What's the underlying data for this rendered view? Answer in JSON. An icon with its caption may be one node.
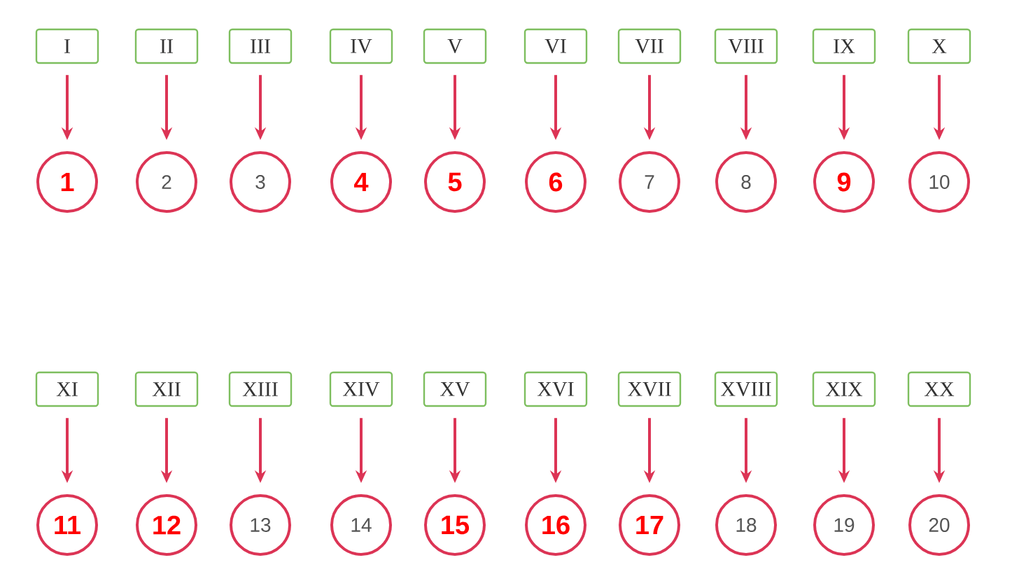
{
  "diagram": {
    "nodes": [
      {
        "text": [
          "I"
        ]
      },
      {
        "text": [
          "II"
        ]
      },
      {
        "text": [
          "III"
        ]
      },
      {
        "text": [
          "IV"
        ]
      },
      {
        "text": [
          "V"
        ]
      },
      {
        "text": [
          "VI"
        ]
      },
      {
        "text": [
          "VII"
        ]
      },
      {
        "text": [
          "VIII"
        ]
      },
      {
        "text": [
          "IX"
        ]
      },
      {
        "text": [
          "X"
        ]
      },
      {
        "text": [
          "1"
        ]
      },
      {
        "text": [
          "2"
        ]
      },
      {
        "text": [
          "3"
        ]
      },
      {
        "text": [
          "4"
        ]
      },
      {
        "text": [
          "5"
        ]
      },
      {
        "text": [
          "6"
        ]
      },
      {
        "text": [
          "7"
        ]
      },
      {
        "text": [
          "8"
        ]
      },
      {
        "text": [
          "9"
        ]
      },
      {
        "text": [
          "10"
        ]
      },
      {
        "text": [
          "XI"
        ]
      },
      {
        "text": [
          "XII"
        ]
      },
      {
        "text": [
          "XIII"
        ]
      },
      {
        "text": [
          "XIV"
        ]
      },
      {
        "text": [
          "XV"
        ]
      },
      {
        "text": [
          "XVI"
        ]
      },
      {
        "text": [
          "XVII"
        ]
      },
      {
        "text": [
          "XVIII"
        ]
      },
      {
        "text": [
          "XIX"
        ]
      },
      {
        "text": [
          "XX"
        ]
      },
      {
        "text": [
          "11"
        ]
      },
      {
        "text": [
          "12"
        ]
      },
      {
        "text": [
          "13"
        ]
      },
      {
        "text": [
          "14"
        ]
      },
      {
        "text": [
          "15"
        ]
      },
      {
        "text": [
          "16"
        ]
      },
      {
        "text": [
          "17"
        ]
      },
      {
        "text": [
          "18"
        ]
      },
      {
        "text": [
          "19"
        ]
      },
      {
        "text": [
          "20"
        ]
      }
    ],
    "edges": [
      {
        "from": 0,
        "to": 10,
        "arrow": "to"
      },
      {
        "from": 1,
        "to": 11,
        "arrow": "to"
      },
      {
        "from": 2,
        "to": 12,
        "arrow": "to"
      },
      {
        "from": 3,
        "to": 13,
        "arrow": "to"
      },
      {
        "from": 4,
        "to": 14,
        "arrow": "to"
      },
      {
        "from": 5,
        "to": 15,
        "arrow": "to"
      },
      {
        "from": 6,
        "to": 16,
        "arrow": "to"
      },
      {
        "from": 7,
        "to": 17,
        "arrow": "to"
      },
      {
        "from": 8,
        "to": 18,
        "arrow": "to"
      },
      {
        "from": 9,
        "to": 19,
        "arrow": "to"
      },
      {
        "from": 20,
        "to": 30,
        "arrow": "to"
      },
      {
        "from": 21,
        "to": 31,
        "arrow": "to"
      },
      {
        "from": 22,
        "to": 32,
        "arrow": "to"
      },
      {
        "from": 23,
        "to": 33,
        "arrow": "to"
      },
      {
        "from": 24,
        "to": 34,
        "arrow": "to"
      },
      {
        "from": 25,
        "to": 35,
        "arrow": "to"
      },
      {
        "from": 26,
        "to": 36,
        "arrow": "to"
      },
      {
        "from": 27,
        "to": 37,
        "arrow": "to"
      },
      {
        "from": 28,
        "to": 38,
        "arrow": "to"
      },
      {
        "from": 29,
        "to": 39,
        "arrow": "to"
      }
    ]
  }
}
